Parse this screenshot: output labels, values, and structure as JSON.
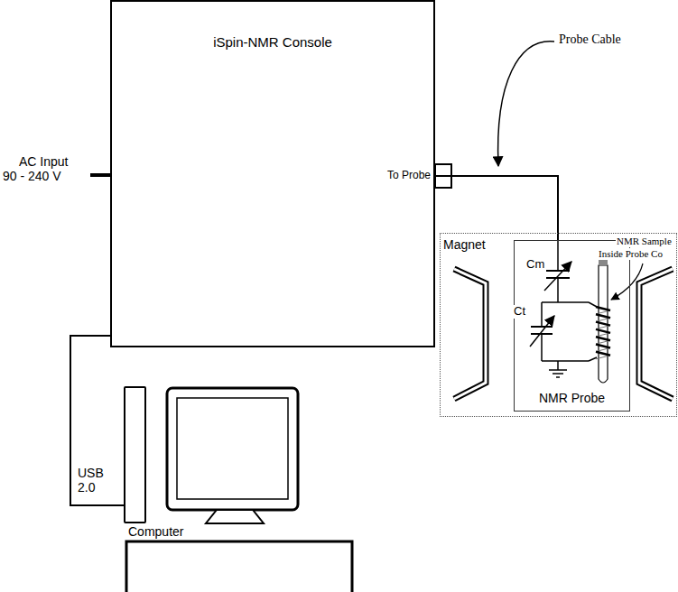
{
  "diagram": {
    "nodes": [
      {
        "text": [
          "iSpin-NMR Console"
        ]
      },
      {
        "text": [
          "Magnet"
        ]
      },
      {
        "text": [
          "NMR Probe"
        ],
        "in": 1
      },
      {
        "text": [
          "Computer"
        ]
      }
    ],
    "edges": [
      {
        "from": 0,
        "to": 2,
        "arrow": "none"
      },
      {
        "from": 0,
        "to": 3,
        "label": "USB 2.0",
        "arrow": "none"
      }
    ],
    "labels": [
      "AC Input",
      "90 - 240 V",
      "To Probe",
      "Probe Cable",
      "Cm",
      "Ct",
      "NMR Sample",
      "Inside Probe Co"
    ]
  }
}
